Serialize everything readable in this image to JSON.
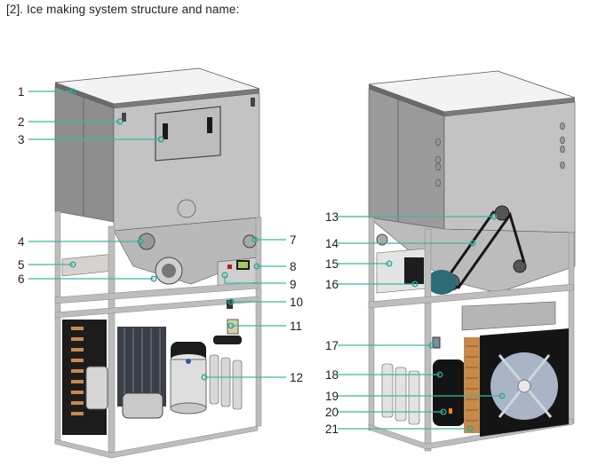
{
  "heading": "[2]. Ice making system structure and name:",
  "colors": {
    "callout_line": "#3bb8a2",
    "panel_light": "#c4c4c4",
    "panel_dark": "#8a8a8a",
    "lid": "#f2f2f2",
    "frame": "#b5b5b5",
    "belt": "#1a1a1a",
    "motor": "#2f6f7a",
    "copper": "#c78a4a",
    "fan_guard": "#111111",
    "fan_blade": "#aab6c8"
  },
  "left_view": {
    "name": "front-view",
    "callouts": [
      {
        "number": "1"
      },
      {
        "number": "2"
      },
      {
        "number": "3"
      },
      {
        "number": "4"
      },
      {
        "number": "5"
      },
      {
        "number": "6"
      },
      {
        "number": "7"
      },
      {
        "number": "8"
      },
      {
        "number": "9"
      },
      {
        "number": "10"
      },
      {
        "number": "11"
      },
      {
        "number": "12"
      }
    ]
  },
  "right_view": {
    "name": "rear-view",
    "callouts": [
      {
        "number": "13"
      },
      {
        "number": "14"
      },
      {
        "number": "15"
      },
      {
        "number": "16"
      },
      {
        "number": "17"
      },
      {
        "number": "18"
      },
      {
        "number": "19"
      },
      {
        "number": "20"
      },
      {
        "number": "21"
      }
    ]
  }
}
